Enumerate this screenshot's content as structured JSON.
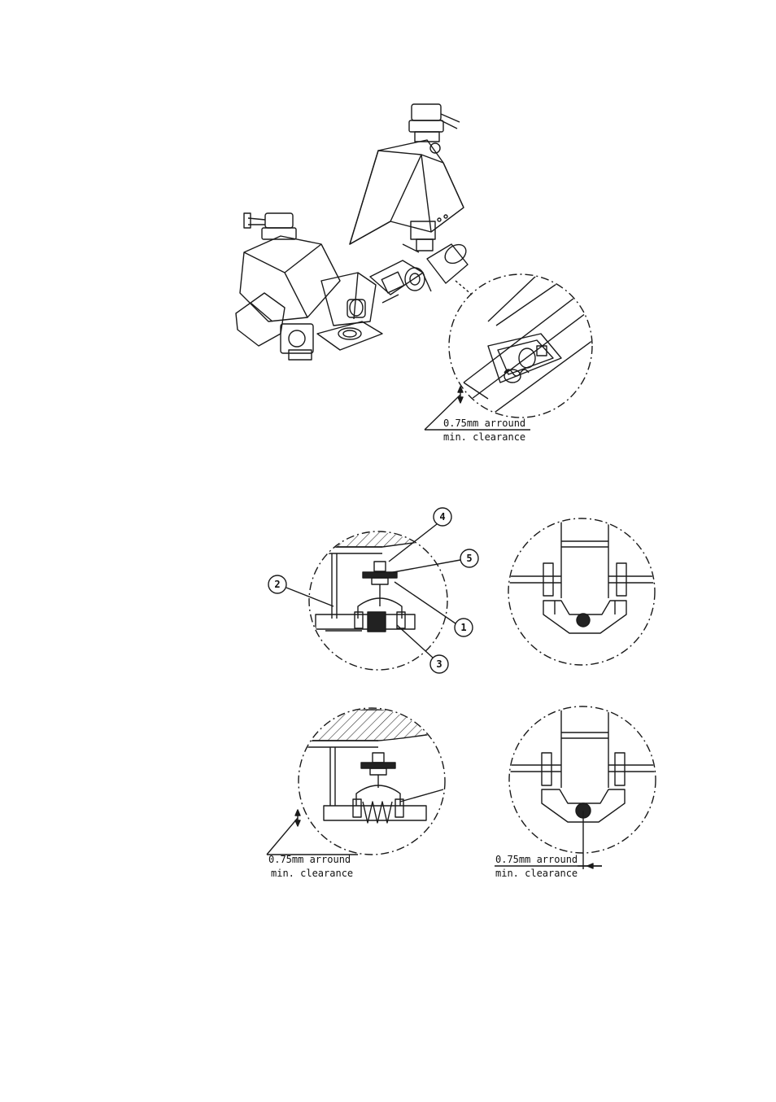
{
  "figure": {
    "top_callout": {
      "line1": "0.75mm arround",
      "line2": "min. clearance"
    },
    "bottom_left_callout": {
      "line1": "0.75mm arround",
      "line2": "min. clearance"
    },
    "bottom_right_callout": {
      "line1": "0.75mm arround",
      "line2": "min. clearance"
    },
    "part_numbers": [
      "1",
      "2",
      "3",
      "4",
      "5"
    ]
  },
  "colors": {
    "ink": "#1a1a1a",
    "paper": "#ffffff",
    "hatch": "#333333"
  }
}
